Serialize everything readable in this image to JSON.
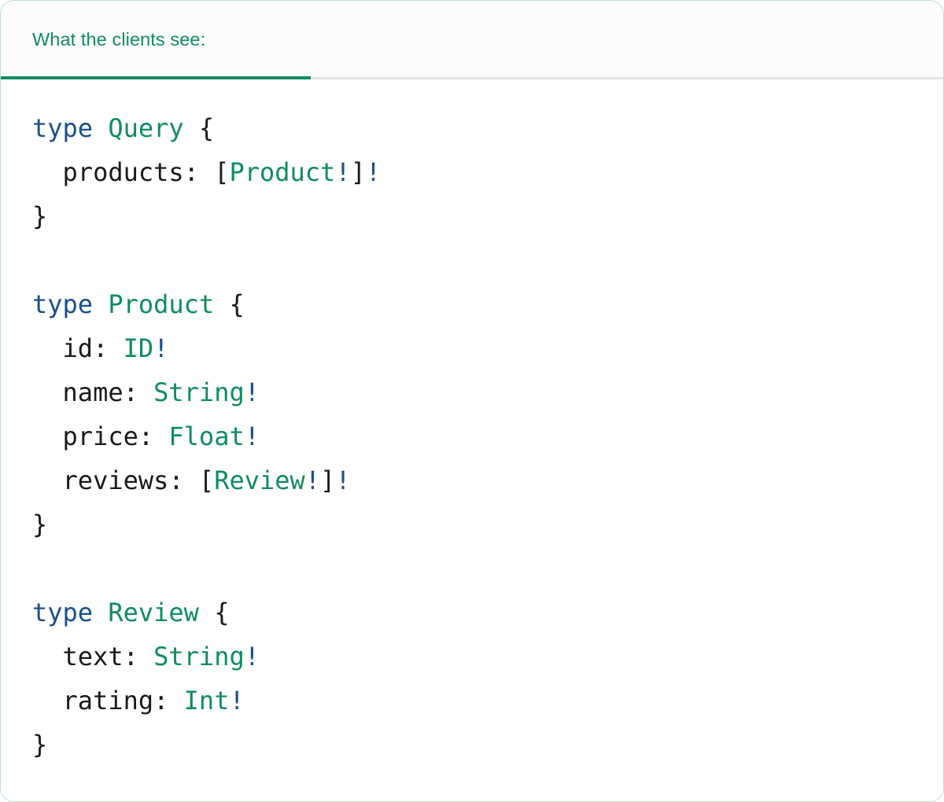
{
  "card": {
    "border_color": "#bcdfc9",
    "background": "#ffffff"
  },
  "header": {
    "tab_label": "What the clients see:",
    "accent_color": "#0e8c63",
    "strip_background": "#fbfbfb",
    "inactive_rule_color": "#e4e4e4"
  },
  "code": {
    "language": "graphql",
    "colors": {
      "keyword": "#1b4f8a",
      "type_name": "#0e8c63",
      "non_null_bang": "#1b4f8a",
      "punctuation": "#1a1a1a",
      "field_name": "#1a1a1a"
    },
    "raw": "type Query {\n  products: [Product!]!\n}\n\ntype Product {\n  id: ID!\n  name: String!\n  price: Float!\n  reviews: [Review!]!\n}\n\ntype Review {\n  text: String!\n  rating: Int!\n}",
    "lines": [
      {
        "id": "l1",
        "tokens": [
          {
            "t": "type",
            "k": "kw"
          },
          {
            "t": " ",
            "k": "punct"
          },
          {
            "t": "Query",
            "k": "type"
          },
          {
            "t": " {",
            "k": "punct"
          }
        ]
      },
      {
        "id": "l2",
        "tokens": [
          {
            "t": "  ",
            "k": "punct"
          },
          {
            "t": "products",
            "k": "field"
          },
          {
            "t": ": [",
            "k": "punct"
          },
          {
            "t": "Product",
            "k": "type"
          },
          {
            "t": "!",
            "k": "bang"
          },
          {
            "t": "]",
            "k": "punct"
          },
          {
            "t": "!",
            "k": "bang"
          }
        ]
      },
      {
        "id": "l3",
        "tokens": [
          {
            "t": "}",
            "k": "punct"
          }
        ]
      },
      {
        "id": "l4",
        "tokens": [
          {
            "t": "",
            "k": "punct"
          }
        ]
      },
      {
        "id": "l5",
        "tokens": [
          {
            "t": "type",
            "k": "kw"
          },
          {
            "t": " ",
            "k": "punct"
          },
          {
            "t": "Product",
            "k": "type"
          },
          {
            "t": " {",
            "k": "punct"
          }
        ]
      },
      {
        "id": "l6",
        "tokens": [
          {
            "t": "  ",
            "k": "punct"
          },
          {
            "t": "id",
            "k": "field"
          },
          {
            "t": ": ",
            "k": "punct"
          },
          {
            "t": "ID",
            "k": "type"
          },
          {
            "t": "!",
            "k": "bang"
          }
        ]
      },
      {
        "id": "l7",
        "tokens": [
          {
            "t": "  ",
            "k": "punct"
          },
          {
            "t": "name",
            "k": "field"
          },
          {
            "t": ": ",
            "k": "punct"
          },
          {
            "t": "String",
            "k": "type"
          },
          {
            "t": "!",
            "k": "bang"
          }
        ]
      },
      {
        "id": "l8",
        "tokens": [
          {
            "t": "  ",
            "k": "punct"
          },
          {
            "t": "price",
            "k": "field"
          },
          {
            "t": ": ",
            "k": "punct"
          },
          {
            "t": "Float",
            "k": "type"
          },
          {
            "t": "!",
            "k": "bang"
          }
        ]
      },
      {
        "id": "l9",
        "tokens": [
          {
            "t": "  ",
            "k": "punct"
          },
          {
            "t": "reviews",
            "k": "field"
          },
          {
            "t": ": [",
            "k": "punct"
          },
          {
            "t": "Review",
            "k": "type"
          },
          {
            "t": "!",
            "k": "bang"
          },
          {
            "t": "]",
            "k": "punct"
          },
          {
            "t": "!",
            "k": "bang"
          }
        ]
      },
      {
        "id": "l10",
        "tokens": [
          {
            "t": "}",
            "k": "punct"
          }
        ]
      },
      {
        "id": "l11",
        "tokens": [
          {
            "t": "",
            "k": "punct"
          }
        ]
      },
      {
        "id": "l12",
        "tokens": [
          {
            "t": "type",
            "k": "kw"
          },
          {
            "t": " ",
            "k": "punct"
          },
          {
            "t": "Review",
            "k": "type"
          },
          {
            "t": " {",
            "k": "punct"
          }
        ]
      },
      {
        "id": "l13",
        "tokens": [
          {
            "t": "  ",
            "k": "punct"
          },
          {
            "t": "text",
            "k": "field"
          },
          {
            "t": ": ",
            "k": "punct"
          },
          {
            "t": "String",
            "k": "type"
          },
          {
            "t": "!",
            "k": "bang"
          }
        ]
      },
      {
        "id": "l14",
        "tokens": [
          {
            "t": "  ",
            "k": "punct"
          },
          {
            "t": "rating",
            "k": "field"
          },
          {
            "t": ": ",
            "k": "punct"
          },
          {
            "t": "Int",
            "k": "type"
          },
          {
            "t": "!",
            "k": "bang"
          }
        ]
      },
      {
        "id": "l15",
        "tokens": [
          {
            "t": "}",
            "k": "punct"
          }
        ]
      }
    ]
  }
}
